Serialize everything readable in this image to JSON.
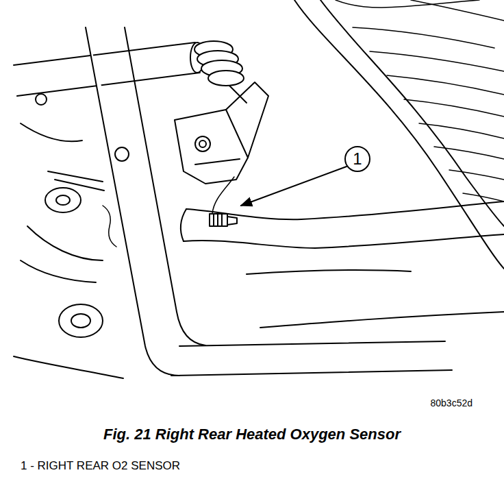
{
  "diagram": {
    "caption": "Fig. 21 Right Rear Heated Oxygen Sensor",
    "labels": [
      "1",
      "80b3c52d",
      "1 - RIGHT REAR O2 SENSOR"
    ]
  }
}
